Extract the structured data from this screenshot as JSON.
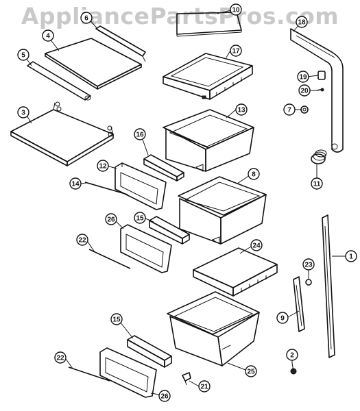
{
  "watermark": "AppliancePartsPros.com",
  "callouts": [
    {
      "id": "c1",
      "label": "1"
    },
    {
      "id": "c2",
      "label": "2"
    },
    {
      "id": "c3",
      "label": "3"
    },
    {
      "id": "c4",
      "label": "4"
    },
    {
      "id": "c5",
      "label": "5"
    },
    {
      "id": "c6",
      "label": "6"
    },
    {
      "id": "c7",
      "label": "7"
    },
    {
      "id": "c8",
      "label": "8"
    },
    {
      "id": "c9",
      "label": "9"
    },
    {
      "id": "c10",
      "label": "10"
    },
    {
      "id": "c11",
      "label": "11"
    },
    {
      "id": "c12",
      "label": "12"
    },
    {
      "id": "c13",
      "label": "13"
    },
    {
      "id": "c14",
      "label": "14"
    },
    {
      "id": "c15a",
      "label": "15"
    },
    {
      "id": "c15b",
      "label": "15"
    },
    {
      "id": "c16",
      "label": "16"
    },
    {
      "id": "c17",
      "label": "17"
    },
    {
      "id": "c18",
      "label": "18"
    },
    {
      "id": "c19",
      "label": "19"
    },
    {
      "id": "c20",
      "label": "20"
    },
    {
      "id": "c21",
      "label": "21"
    },
    {
      "id": "c22a",
      "label": "22"
    },
    {
      "id": "c22b",
      "label": "22"
    },
    {
      "id": "c23",
      "label": "23"
    },
    {
      "id": "c24",
      "label": "24"
    },
    {
      "id": "c25",
      "label": "25"
    },
    {
      "id": "c26a",
      "label": "26"
    },
    {
      "id": "c26b",
      "label": "26"
    }
  ]
}
